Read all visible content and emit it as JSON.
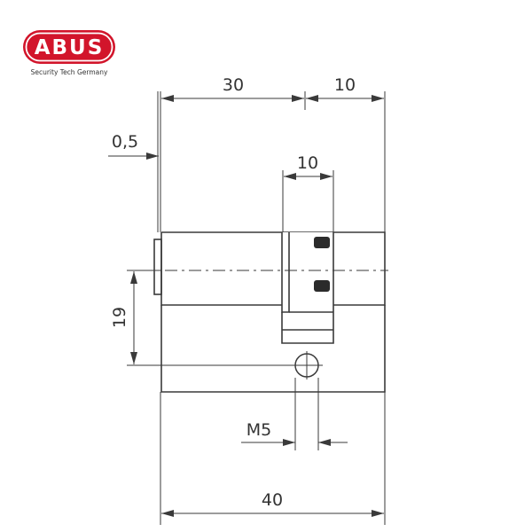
{
  "brand": {
    "name": "ABUS",
    "tagline": "Security Tech Germany",
    "color": "#d2152b"
  },
  "dimensions": {
    "length_front": "30",
    "length_back": "10",
    "flange": "0,5",
    "cam_width": "10",
    "height": "19",
    "screw": "M5",
    "total_length": "40"
  }
}
